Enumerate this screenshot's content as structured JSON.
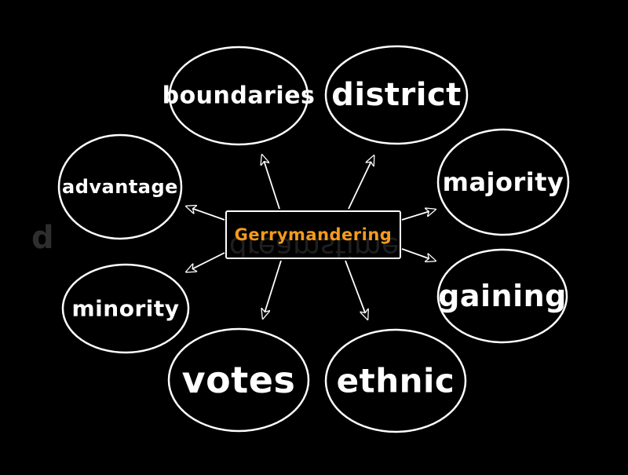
{
  "center_topic": "Gerrymandering",
  "watermark": "dreamstime",
  "nodes": [
    {
      "id": "boundaries",
      "label": "boundaries"
    },
    {
      "id": "district",
      "label": "district"
    },
    {
      "id": "advantage",
      "label": "advantage"
    },
    {
      "id": "majority",
      "label": "majority"
    },
    {
      "id": "minority",
      "label": "minority"
    },
    {
      "id": "gaining",
      "label": "gaining"
    },
    {
      "id": "votes",
      "label": "votes"
    },
    {
      "id": "ethnic",
      "label": "ethnic"
    }
  ],
  "colors": {
    "background": "#000000",
    "stroke": "#ffffff",
    "center_text": "#f59a1e"
  }
}
